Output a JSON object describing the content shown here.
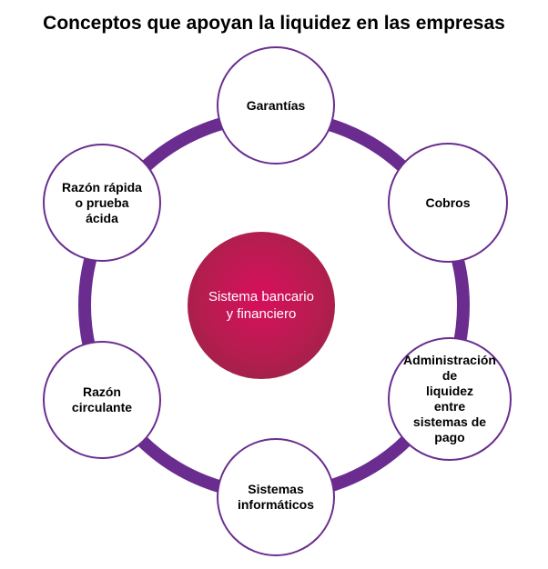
{
  "title": "Conceptos que apoyan la liquidez en las empresas",
  "center": {
    "label": "Sistema bancario\ny financiero",
    "color": "#c0174f"
  },
  "ring_color": "#6a2d8f",
  "nodes": [
    {
      "label": "Garantías"
    },
    {
      "label": "Cobros"
    },
    {
      "label": "Administración\nde\nliquidez\nentre\nsistemas  de\npago"
    },
    {
      "label": "Sistemas\ninformáticos"
    },
    {
      "label": "Razón\ncirculante"
    },
    {
      "label": "Razón rápida\no prueba\nácida"
    }
  ]
}
